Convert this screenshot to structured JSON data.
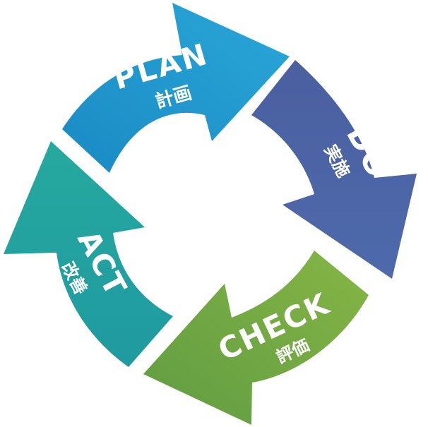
{
  "cycle": {
    "stages": [
      {
        "key": "plan",
        "label": "PLAN",
        "sublabel": "計画",
        "color": "#2196cc"
      },
      {
        "key": "do",
        "label": "DO",
        "sublabel": "実施",
        "color": "#4a62a3"
      },
      {
        "key": "check",
        "label": "CHECK",
        "sublabel": "評価",
        "color": "#72a844"
      },
      {
        "key": "act",
        "label": "ACT",
        "sublabel": "改善",
        "color": "#20a0a0"
      }
    ]
  }
}
